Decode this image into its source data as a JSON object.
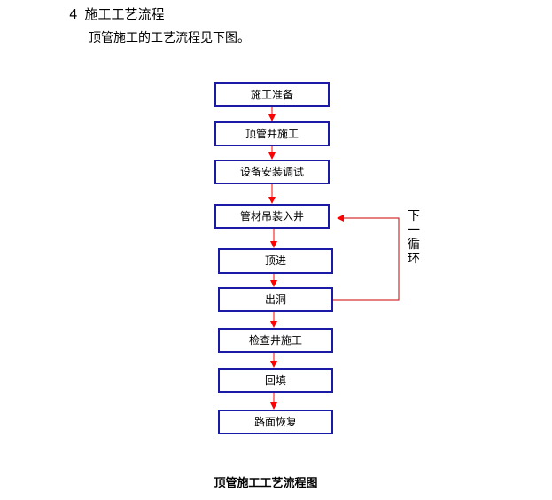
{
  "section": {
    "number": "4",
    "title": "施工工艺流程"
  },
  "intro_text": "顶管施工的工艺流程见下图。",
  "steps": [
    {
      "label": "施工准备"
    },
    {
      "label": "顶管井施工"
    },
    {
      "label": "设备安装调试"
    },
    {
      "label": "管材吊装入井"
    },
    {
      "label": "顶进"
    },
    {
      "label": "出洞"
    },
    {
      "label": "检查井施工"
    },
    {
      "label": "回填"
    },
    {
      "label": "路面恢复"
    }
  ],
  "loop_label": [
    "下",
    "一",
    "循",
    "环"
  ],
  "caption": "顶管施工工艺流程图",
  "colors": {
    "box_border": "#1a1aa6",
    "arrow": "#ff0000",
    "loop_line": "#cc0000"
  }
}
